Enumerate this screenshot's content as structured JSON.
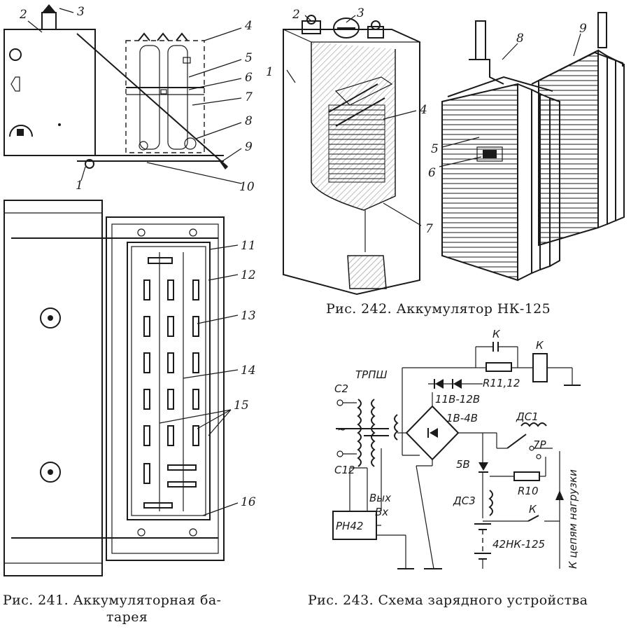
{
  "figures": {
    "fig241": {
      "caption_line1": "Рис. 241. Аккумуляторная ба-",
      "caption_line2": "тарея",
      "labels": [
        "1",
        "2",
        "3",
        "4",
        "5",
        "6",
        "7",
        "8",
        "9",
        "10",
        "11",
        "12",
        "13",
        "14",
        "15",
        "16"
      ]
    },
    "fig242": {
      "caption": "Рис. 242. Аккумулятор НК-125",
      "labels": [
        "1",
        "2",
        "3",
        "4",
        "5",
        "6",
        "7",
        "8",
        "9"
      ]
    },
    "fig243": {
      "caption": "Рис. 243. Схема зарядного устройства",
      "labels": {
        "trpsh": "ТРПШ",
        "c2": "С2",
        "c12": "С12",
        "tilde": "~",
        "k_top": "К",
        "k_relay": "К",
        "r11_12": "R11,12",
        "d118": "11В-12В",
        "d18": "1В-4В",
        "ds1": "ДС1",
        "p7": "7Р",
        "d5v": "5В",
        "r10": "R10",
        "ds3": "ДС3",
        "k_bottom": "К",
        "battery": "42НК-125",
        "rn42": "РН42",
        "vyh": "Вых",
        "vh": "Вх",
        "load": "К цепям нагрузки"
      }
    }
  }
}
